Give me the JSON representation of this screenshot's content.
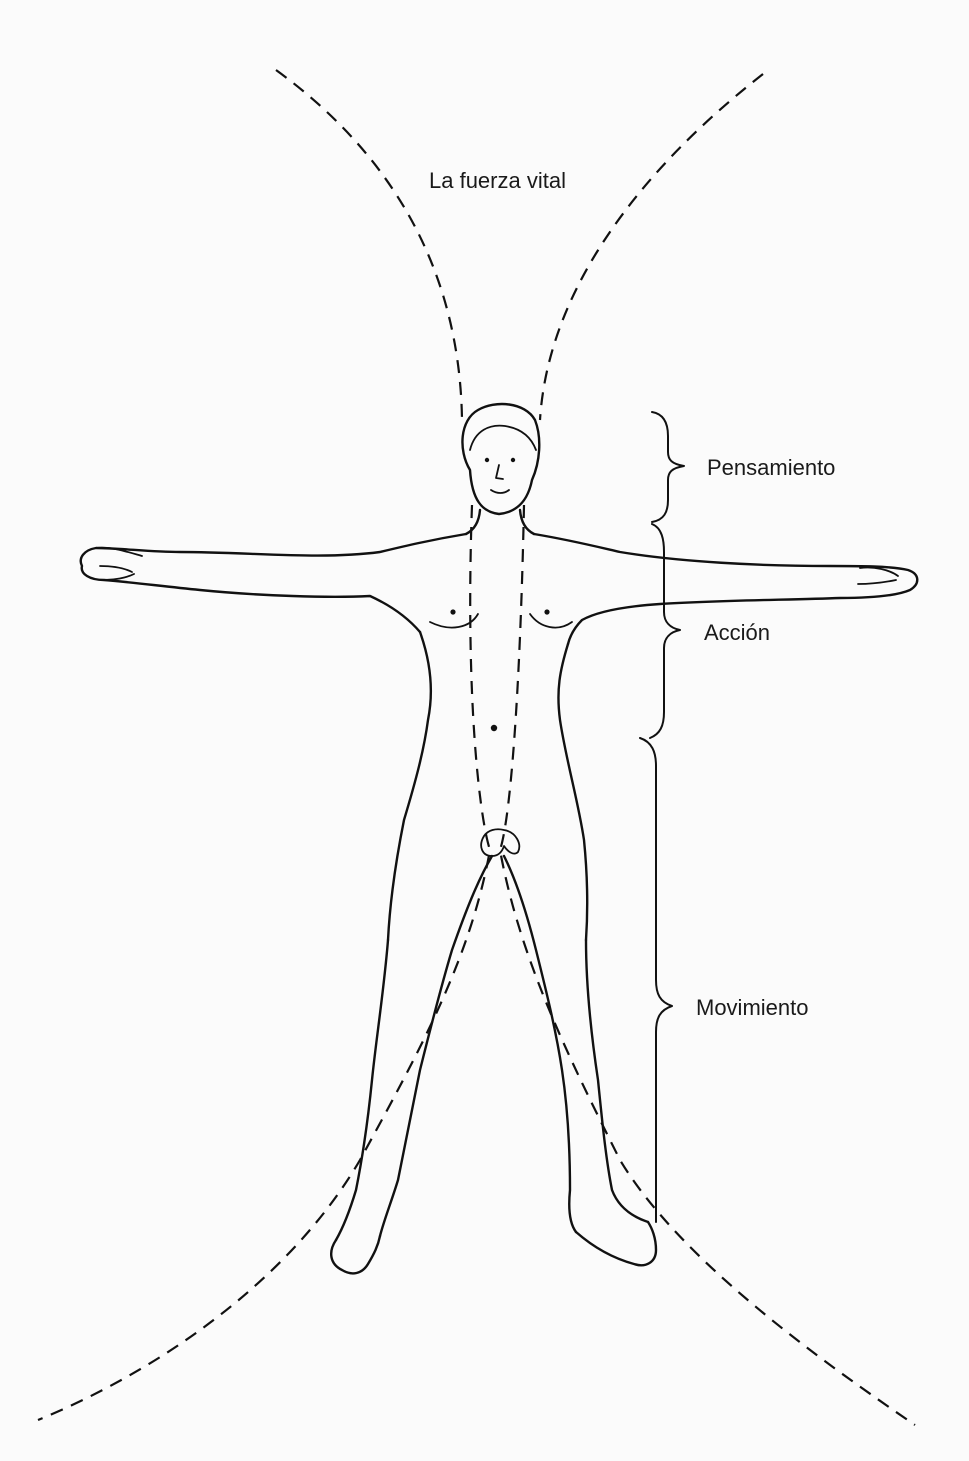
{
  "diagram": {
    "labels": {
      "life_force": "La fuerza vital",
      "thought": "Pensamiento",
      "action": "Acción",
      "movement": "Movimiento"
    },
    "colors": {
      "ink": "#111111",
      "paper": "#fbfbfb"
    }
  }
}
